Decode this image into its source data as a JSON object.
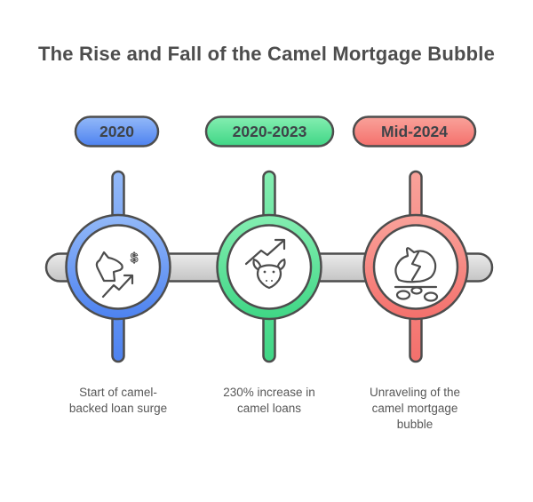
{
  "title": "The Rise and Fall of the Camel Mortgage Bubble",
  "timeline": {
    "stages": [
      {
        "period": "2020",
        "description": "Start of camel-backed loan surge",
        "icon": "camel-dollar-rise-icon",
        "color_light": "#93b9f8",
        "color_dark": "#4d82f0"
      },
      {
        "period": "2020-2023",
        "description": "230% increase in camel loans",
        "icon": "bull-camel-growth-icon",
        "color_light": "#84eeb1",
        "color_dark": "#3fd685"
      },
      {
        "period": "Mid-2024",
        "description": "Unraveling of the camel mortgage bubble",
        "icon": "broken-piggy-bank-icon",
        "color_light": "#f9a29a",
        "color_dark": "#f4706c"
      }
    ]
  },
  "colors": {
    "outline": "#4d4d4d",
    "track_light": "#ebebeb",
    "track_dark": "#c4c4c4",
    "title_text": "#4d4d4d",
    "pill_text": "#3f4449",
    "description_text": "#585858",
    "node_inner": "#ffffff"
  }
}
